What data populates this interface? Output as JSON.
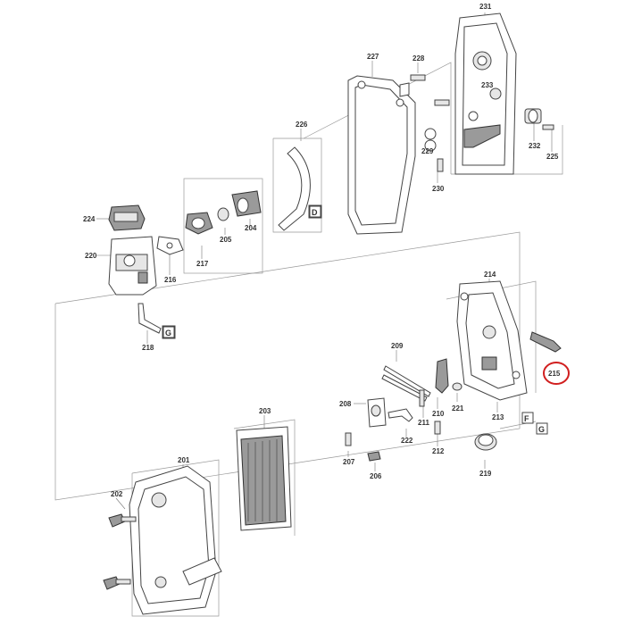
{
  "diagram": {
    "part_numbers": [
      "231",
      "227",
      "228",
      "226",
      "224",
      "225",
      "204",
      "205",
      "217",
      "216",
      "220",
      "221",
      "232",
      "233",
      "229",
      "230",
      "214",
      "215",
      "218",
      "209",
      "208",
      "210",
      "211",
      "212",
      "213",
      "203",
      "201",
      "202",
      "222",
      "219",
      "207",
      "206"
    ],
    "letter_tags": [
      "D",
      "G",
      "F",
      "G"
    ],
    "highlighted_part": "215",
    "highlight_color": "#d11f1f"
  }
}
